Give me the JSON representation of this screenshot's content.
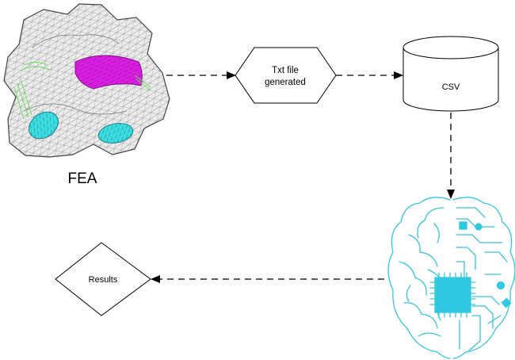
{
  "fea_label": "FEA",
  "hexagon_label_line1": "Txt file",
  "hexagon_label_line2": "generated",
  "csv_label": "CSV",
  "results_label": "Results",
  "colors": {
    "mesh_fill": "#e9e9e9",
    "mesh_line": "#5a5a5a",
    "accent_magenta": "#e020e8",
    "accent_cyan": "#38e0e6",
    "accent_green": "#66dd55",
    "brain": "#30c8e0",
    "stroke": "#000000"
  },
  "icons": [
    "vertebra-mesh-icon",
    "brain-chip-icon",
    "arrow-icon"
  ]
}
